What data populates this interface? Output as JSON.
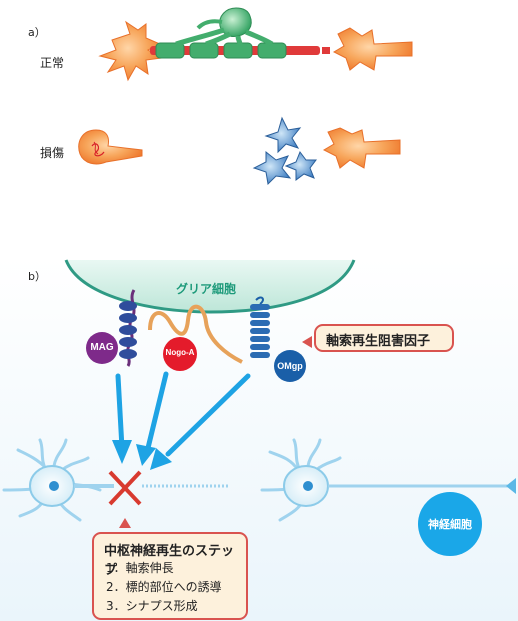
{
  "panel_a": {
    "label": "a）",
    "normal_label": "正常",
    "injured_label": "損傷"
  },
  "panel_b": {
    "label": "b）",
    "glia_label": "グリア細胞",
    "inhibitor_label": "軸索再生阻害因子",
    "molecules": {
      "mag": "MAG",
      "nogo": "Nogo-A",
      "omgp": "OMgp"
    },
    "neuron_label": "神経細胞",
    "steps": {
      "title": "中枢神経再生のステップ",
      "items": [
        "1．軸索伸長",
        "2．標的部位への誘導",
        "3．シナプス形成"
      ]
    }
  },
  "colors": {
    "neuron_orange": "#f2843a",
    "glia_green": "#3aa86b",
    "glia_teal": "#a9dccd",
    "axon_blue": "#6cc3e6",
    "arrow_blue": "#1ea3e4",
    "cross_red": "#d83a2f",
    "callout_border": "#d9534f",
    "mag_purple": "#7e2a8a",
    "nogo_red": "#e41b2b",
    "omgp_blue": "#1a5fa8",
    "neuron_fill": "#1aa7e8"
  }
}
